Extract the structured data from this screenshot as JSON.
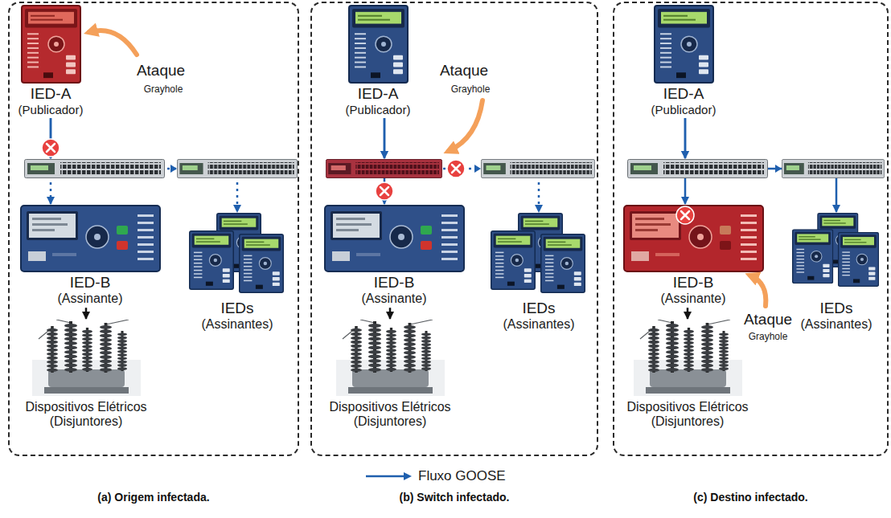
{
  "diagram": {
    "nodes": [
      {
        "text": [
          "(a) Origem infectada."
        ]
      },
      {
        "text": [
          "IED-A",
          "(Publicador)"
        ],
        "in": 0
      },
      {
        "text": [
          "IED-B",
          "(Assinante)"
        ],
        "in": 0
      },
      {
        "text": [
          "IEDs",
          "(Assinantes)"
        ],
        "in": 0
      },
      {
        "text": [
          "Dispositivos Elétricos",
          "(Disjuntores)"
        ],
        "in": 0
      },
      {
        "text": [
          "(b) Switch infectado."
        ]
      },
      {
        "text": [
          "IED-A",
          "(Publicador)"
        ],
        "in": 5
      },
      {
        "text": [
          "IED-B",
          "(Assinante)"
        ],
        "in": 5
      },
      {
        "text": [
          "IEDs",
          "(Assinantes)"
        ],
        "in": 5
      },
      {
        "text": [
          "Dispositivos Elétricos",
          "(Disjuntores)"
        ],
        "in": 5
      },
      {
        "text": [
          "(c) Destino infectado."
        ]
      },
      {
        "text": [
          "IED-A",
          "(Publicador)"
        ],
        "in": 10
      },
      {
        "text": [
          "IED-B",
          "(Assinante)"
        ],
        "in": 10
      },
      {
        "text": [
          "IEDs",
          "(Assinantes)"
        ],
        "in": 10
      },
      {
        "text": [
          "Dispositivos Elétricos",
          "(Disjuntores)"
        ],
        "in": 10
      }
    ],
    "edges": [
      {
        "from": 1,
        "to": 2,
        "arrow": "to"
      },
      {
        "from": 1,
        "to": 3,
        "arrow": "to"
      },
      {
        "from": 2,
        "to": 4,
        "arrow": "to"
      },
      {
        "from": 6,
        "to": 7,
        "arrow": "to"
      },
      {
        "from": 6,
        "to": 8,
        "arrow": "to"
      },
      {
        "from": 7,
        "to": 9,
        "arrow": "to"
      },
      {
        "from": 11,
        "to": 12,
        "arrow": "to"
      },
      {
        "from": 11,
        "to": 13,
        "arrow": "to"
      },
      {
        "from": 12,
        "to": 14,
        "arrow": "to"
      }
    ],
    "labels": [
      "Ataque",
      "Grayhole",
      "Ataque",
      "Grayhole",
      "Ataque",
      "Grayhole"
    ],
    "legend": [
      {
        "text": "Fluxo GOOSE"
      }
    ]
  }
}
